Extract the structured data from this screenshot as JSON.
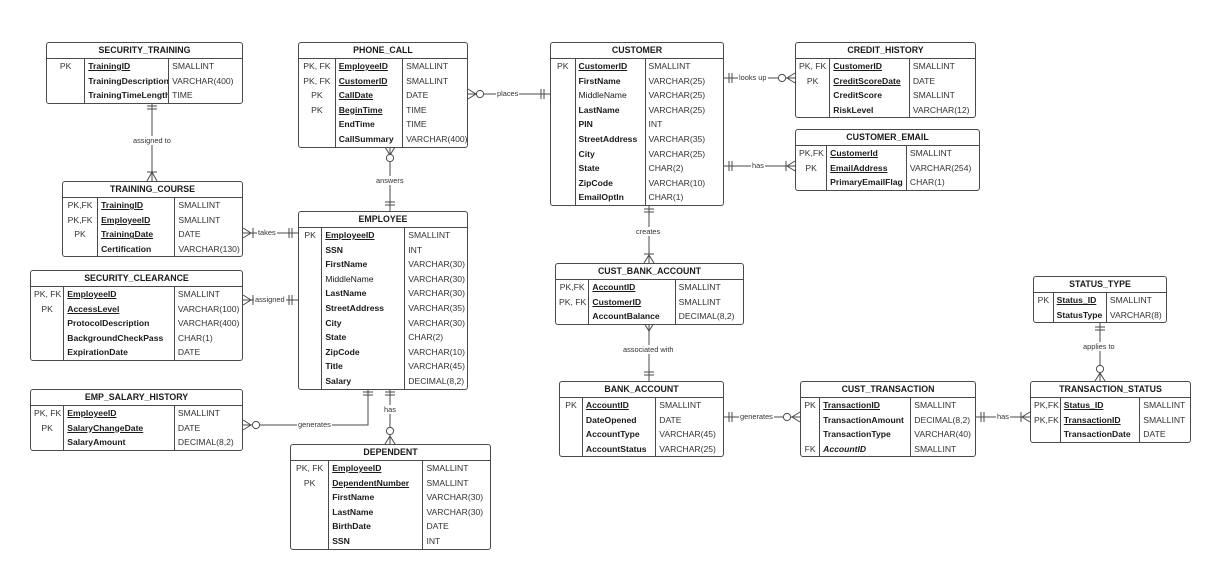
{
  "entities": {
    "security_training": {
      "name": "SECURITY_TRAINING",
      "rows": [
        {
          "key": "PK",
          "field": "TrainingID",
          "type": "SMALLINT",
          "style": "pk"
        },
        {
          "key": "",
          "field": "TrainingDescription",
          "type": "VARCHAR(400)",
          "style": "b"
        },
        {
          "key": "",
          "field": "TrainingTimeLength",
          "type": "TIME",
          "style": "b"
        }
      ]
    },
    "phone_call": {
      "name": "PHONE_CALL",
      "rows": [
        {
          "key": "PK, FK",
          "field": "EmployeeID",
          "type": "SMALLINT",
          "style": "pk"
        },
        {
          "key": "PK, FK",
          "field": "CustomerID",
          "type": "SMALLINT",
          "style": "pk"
        },
        {
          "key": "PK",
          "field": "CallDate",
          "type": "DATE",
          "style": "pk"
        },
        {
          "key": "PK",
          "field": "BeginTime",
          "type": "TIME",
          "style": "pk"
        },
        {
          "key": "",
          "field": "EndTime",
          "type": "TIME",
          "style": "b"
        },
        {
          "key": "",
          "field": "CallSummary",
          "type": "VARCHAR(400)",
          "style": "b"
        }
      ]
    },
    "customer": {
      "name": "CUSTOMER",
      "rows": [
        {
          "key": "PK",
          "field": "CustomerID",
          "type": "SMALLINT",
          "style": "pk"
        },
        {
          "key": "",
          "field": "FirstName",
          "type": "VARCHAR(25)",
          "style": "b"
        },
        {
          "key": "",
          "field": "MiddleName",
          "type": "VARCHAR(25)",
          "style": ""
        },
        {
          "key": "",
          "field": "LastName",
          "type": "VARCHAR(25)",
          "style": "b"
        },
        {
          "key": "",
          "field": "PIN",
          "type": "INT",
          "style": "b"
        },
        {
          "key": "",
          "field": "StreetAddress",
          "type": "VARCHAR(35)",
          "style": "b"
        },
        {
          "key": "",
          "field": "City",
          "type": "VARCHAR(25)",
          "style": "b"
        },
        {
          "key": "",
          "field": "State",
          "type": "CHAR(2)",
          "style": "b"
        },
        {
          "key": "",
          "field": "ZipCode",
          "type": "VARCHAR(10)",
          "style": "b"
        },
        {
          "key": "",
          "field": "EmailOptIn",
          "type": "CHAR(1)",
          "style": "b"
        }
      ]
    },
    "credit_history": {
      "name": "CREDIT_HISTORY",
      "rows": [
        {
          "key": "PK, FK",
          "field": "CustomerID",
          "type": "SMALLINT",
          "style": "pk"
        },
        {
          "key": "PK",
          "field": "CreditScoreDate",
          "type": "DATE",
          "style": "pk"
        },
        {
          "key": "",
          "field": "CreditScore",
          "type": "SMALLINT",
          "style": "b"
        },
        {
          "key": "",
          "field": "RiskLevel",
          "type": "VARCHAR(12)",
          "style": "b"
        }
      ]
    },
    "customer_email": {
      "name": "CUSTOMER_EMAIL",
      "rows": [
        {
          "key": "PK,FK",
          "field": "CustomerId",
          "type": "SMALLINT",
          "style": "pk"
        },
        {
          "key": "PK",
          "field": "EmailAddress",
          "type": "VARCHAR(254)",
          "style": "pk"
        },
        {
          "key": "",
          "field": "PrimaryEmailFlag",
          "type": "CHAR(1)",
          "style": "b"
        }
      ]
    },
    "training_course": {
      "name": "TRAINING_COURSE",
      "rows": [
        {
          "key": "PK,FK",
          "field": "TrainingID",
          "type": "SMALLINT",
          "style": "pk"
        },
        {
          "key": "PK,FK",
          "field": "EmployeeID",
          "type": "SMALLINT",
          "style": "pk"
        },
        {
          "key": "PK",
          "field": "TrainingDate",
          "type": "DATE",
          "style": "pk"
        },
        {
          "key": "",
          "field": "Certification",
          "type": "VARCHAR(130)",
          "style": "b"
        }
      ]
    },
    "employee": {
      "name": "EMPLOYEE",
      "rows": [
        {
          "key": "PK",
          "field": "EmployeeID",
          "type": "SMALLINT",
          "style": "pk"
        },
        {
          "key": "",
          "field": "SSN",
          "type": "INT",
          "style": "b"
        },
        {
          "key": "",
          "field": "FirstName",
          "type": "VARCHAR(30)",
          "style": "b"
        },
        {
          "key": "",
          "field": "MiddleName",
          "type": "VARCHAR(30)",
          "style": ""
        },
        {
          "key": "",
          "field": "LastName",
          "type": "VARCHAR(30)",
          "style": "b"
        },
        {
          "key": "",
          "field": "StreetAddress",
          "type": "VARCHAR(35)",
          "style": "b"
        },
        {
          "key": "",
          "field": "City",
          "type": "VARCHAR(30)",
          "style": "b"
        },
        {
          "key": "",
          "field": "State",
          "type": "CHAR(2)",
          "style": "b"
        },
        {
          "key": "",
          "field": "ZipCode",
          "type": "VARCHAR(10)",
          "style": "b"
        },
        {
          "key": "",
          "field": "Title",
          "type": "VARCHAR(45)",
          "style": "b"
        },
        {
          "key": "",
          "field": "Salary",
          "type": "DECIMAL(8,2)",
          "style": "b"
        }
      ]
    },
    "cust_bank_account": {
      "name": "CUST_BANK_ACCOUNT",
      "rows": [
        {
          "key": "PK,FK",
          "field": "AccountID",
          "type": "SMALLINT",
          "style": "pk"
        },
        {
          "key": "PK, FK",
          "field": "CustomerID",
          "type": "SMALLINT",
          "style": "pk"
        },
        {
          "key": "",
          "field": "AccountBalance",
          "type": "DECIMAL(8,2)",
          "style": "b"
        }
      ]
    },
    "security_clearance": {
      "name": "SECURITY_CLEARANCE",
      "rows": [
        {
          "key": "PK, FK",
          "field": "EmployeeID",
          "type": "SMALLINT",
          "style": "pk"
        },
        {
          "key": "PK",
          "field": "AccessLevel",
          "type": "VARCHAR(100)",
          "style": "pk"
        },
        {
          "key": "",
          "field": "ProtocolDescription",
          "type": "VARCHAR(400)",
          "style": "b"
        },
        {
          "key": "",
          "field": "BackgroundCheckPass",
          "type": "CHAR(1)",
          "style": "b"
        },
        {
          "key": "",
          "field": "ExpirationDate",
          "type": "DATE",
          "style": "b"
        }
      ]
    },
    "status_type": {
      "name": "STATUS_TYPE",
      "rows": [
        {
          "key": "PK",
          "field": "Status_ID",
          "type": "SMALLINT",
          "style": "pk"
        },
        {
          "key": "",
          "field": "StatusType",
          "type": "VARCHAR(8)",
          "style": "b"
        }
      ]
    },
    "emp_salary_history": {
      "name": "EMP_SALARY_HISTORY",
      "rows": [
        {
          "key": "PK, FK",
          "field": "EmployeeID",
          "type": "SMALLINT",
          "style": "pk"
        },
        {
          "key": "PK",
          "field": "SalaryChangeDate",
          "type": "DATE",
          "style": "pk"
        },
        {
          "key": "",
          "field": "SalaryAmount",
          "type": "DECIMAL(8,2)",
          "style": "b"
        }
      ]
    },
    "bank_account": {
      "name": "BANK_ACCOUNT",
      "rows": [
        {
          "key": "PK",
          "field": "AccountID",
          "type": "SMALLINT",
          "style": "pk"
        },
        {
          "key": "",
          "field": "DateOpened",
          "type": "DATE",
          "style": "b"
        },
        {
          "key": "",
          "field": "AccountType",
          "type": "VARCHAR(45)",
          "style": "b"
        },
        {
          "key": "",
          "field": "AccountStatus",
          "type": "VARCHAR(25)",
          "style": "b"
        }
      ]
    },
    "cust_transaction": {
      "name": "CUST_TRANSACTION",
      "rows": [
        {
          "key": "PK",
          "field": "TransactionID",
          "type": "SMALLINT",
          "style": "pk"
        },
        {
          "key": "",
          "field": "TransactionAmount",
          "type": "DECIMAL(8,2)",
          "style": "b"
        },
        {
          "key": "",
          "field": "TransactionType",
          "type": "VARCHAR(40)",
          "style": "b"
        },
        {
          "key": "FK",
          "field": "AccountID",
          "type": "SMALLINT",
          "style": "i"
        }
      ]
    },
    "transaction_status": {
      "name": "TRANSACTION_STATUS",
      "rows": [
        {
          "key": "PK,FK",
          "field": "Status_ID",
          "type": "SMALLINT",
          "style": "pk"
        },
        {
          "key": "PK,FK",
          "field": "TransactionID",
          "type": "SMALLINT",
          "style": "pk"
        },
        {
          "key": "",
          "field": "TransactionDate",
          "type": "DATE",
          "style": "b"
        }
      ]
    },
    "dependent": {
      "name": "DEPENDENT",
      "rows": [
        {
          "key": "PK, FK",
          "field": "EmployeeID",
          "type": "SMALLINT",
          "style": "pk"
        },
        {
          "key": "PK",
          "field": "DependentNumber",
          "type": "SMALLINT",
          "style": "pk"
        },
        {
          "key": "",
          "field": "FirstName",
          "type": "VARCHAR(30)",
          "style": "b"
        },
        {
          "key": "",
          "field": "LastName",
          "type": "VARCHAR(30)",
          "style": "b"
        },
        {
          "key": "",
          "field": "BirthDate",
          "type": "DATE",
          "style": "b"
        },
        {
          "key": "",
          "field": "SSN",
          "type": "INT",
          "style": "b"
        }
      ]
    }
  },
  "relationships": {
    "assigned_to": "assigned to",
    "places": "places",
    "looks_up": "looks up",
    "has_email": "has",
    "answers": "answers",
    "takes": "takes",
    "assigned": "assigned",
    "creates": "creates",
    "associated_with": "associated with",
    "applies_to": "applies to",
    "generates_salary": "generates",
    "has_dependent": "has",
    "generates_txn": "generates",
    "has_status": "has"
  }
}
